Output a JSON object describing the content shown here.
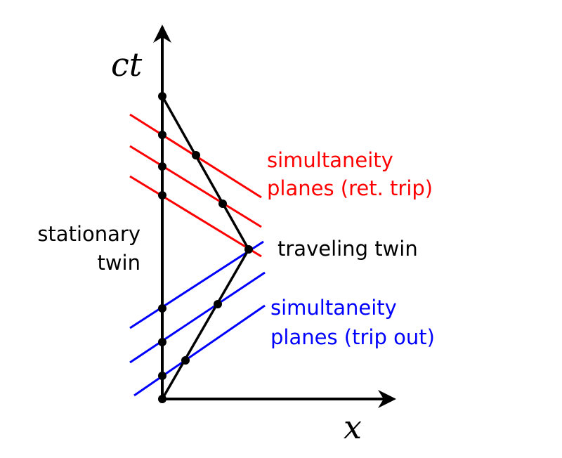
{
  "axes": {
    "time_label": "ct",
    "space_label": "x"
  },
  "labels": {
    "stationary_line1": "stationary",
    "stationary_line2": "twin",
    "traveling": "traveling twin",
    "return_line1": "simultaneity",
    "return_line2": "planes (ret. trip)",
    "out_line1": "simultaneity",
    "out_line2": "planes (trip out)"
  },
  "colors": {
    "axes": "#000000",
    "return_planes": "#ff0000",
    "out_planes": "#0000ff"
  }
}
